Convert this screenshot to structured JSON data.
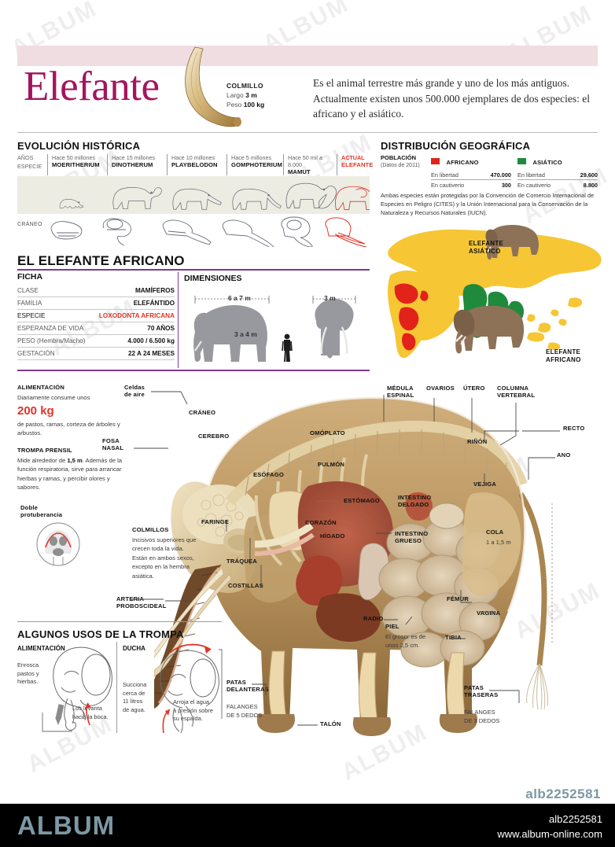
{
  "header": {
    "title": "Elefante",
    "tusk": {
      "name": "COLMILLO",
      "rows": [
        {
          "k": "Largo",
          "v": "3 m"
        },
        {
          "k": "Peso",
          "v": "100 kg"
        }
      ]
    },
    "intro": "Es el animal terrestre más grande y uno de los más antiguos. Actualmente existen unos 500.000 ejemplares de dos especies: el africano y el asiático."
  },
  "evolution": {
    "heading": "EVOLUCIÓN HISTÓRICA",
    "row_labels": {
      "years": "AÑOS",
      "species": "ESPECIE",
      "skull": "CRÁNEO"
    },
    "columns": [
      {
        "years": "Hace 50 millones",
        "species": "MOERITHERIUM",
        "current": false
      },
      {
        "years": "Hace 15 millones",
        "species": "DINOTHERUM",
        "current": false
      },
      {
        "years": "Hace 10 millones",
        "species": "PLAYBELODON",
        "current": false
      },
      {
        "years": "Hace 5 millones",
        "species": "GOMPHOTERIUM",
        "current": false
      },
      {
        "years": "Hace 50 mil a 8.000",
        "species": "MAMUT",
        "current": false
      },
      {
        "years": "ACTUAL",
        "species": "ELEFANTE",
        "current": true
      }
    ]
  },
  "distribution": {
    "heading": "DISTRIBUCIÓN GEOGRÁFICA",
    "population_label": "POBLACIÓN",
    "population_sub": "(Datos de 2011)",
    "groups": [
      {
        "name": "AFRICANO",
        "color": "#e2231a",
        "rows": [
          {
            "k": "En libertad",
            "v": "470.000"
          },
          {
            "k": "En cautiverio",
            "v": "300"
          }
        ]
      },
      {
        "name": "ASIÁTICO",
        "color": "#1f8a3c",
        "rows": [
          {
            "k": "En libertad",
            "v": "29.600"
          },
          {
            "k": "En cautiverio",
            "v": "8.800"
          }
        ]
      }
    ],
    "note": "Ambas especies están protegidas por la Convención de Comercio Internacional de Especies en Peligro (CITES) y la Unión Internacional para la Conservación de la Naturaleza y Recursos Naturales (IUCN).",
    "map_labels": {
      "asian": "ELEFANTE\nASIÁTICO",
      "african": "ELEFANTE\nAFRICANO"
    }
  },
  "african_elephant": {
    "heading": "EL ELEFANTE AFRICANO",
    "ficha": {
      "title": "FICHA",
      "rows": [
        {
          "k": "CLASE",
          "v": "MAMÍFEROS",
          "accent": false
        },
        {
          "k": "FAMILIA",
          "v": "ELEFÁNTIDO",
          "accent": false
        },
        {
          "k": "ESPECIE",
          "v": "LOXODONTA AFRICANA",
          "accent": true
        },
        {
          "k": "ESPERANZA DE VIDA",
          "v": "70 AÑOS",
          "accent": false
        },
        {
          "k": "PESO (Hembra/Macho)",
          "v": "4.000 / 6.500 kg",
          "accent": false
        },
        {
          "k": "GESTACIÓN",
          "v": "22 A 24 MESES",
          "accent": false
        }
      ]
    },
    "dimensions": {
      "title": "DIMENSIONES",
      "length": "6 a 7 m",
      "height": "3 a 4 m",
      "width_front": "3 m"
    }
  },
  "anatomy": {
    "feeding": {
      "title": "ALIMENTACIÓN",
      "line1": "Diariamente consume unos",
      "amount": "200 kg",
      "line2": "de pastos, ramas, corteza de árboles y arbustos."
    },
    "trunk": {
      "title": "TROMPA PRENSIL",
      "text_pre": "Mide alrededor de ",
      "bold": "1,5 m",
      "text_post": ". Además de la función respiratoria, sirve para arrancar hierbas y ramas, y percibir olores y sabores."
    },
    "double_bump": "Doble\nprotuberancia",
    "tusks": {
      "title": "COLMILLOS",
      "text": "Incisivos superiores que crecen toda la vida. Están en ambos sexos, excepto en la hembra asiática."
    },
    "skin": {
      "title": "PIEL",
      "text": "El grosor es de unos 2,5 cm."
    },
    "tail": {
      "title": "COLA",
      "value": "1 a 1,5 m"
    },
    "front_legs": {
      "title": "PATAS\nDELANTERAS",
      "text": "FALANGES\nDE 5 DEDOS"
    },
    "rear_legs": {
      "title": "PATAS\nTRASERAS",
      "text": "FALANGES\nDE 3 DEDOS"
    },
    "labels": [
      {
        "id": "celdas-de-aire",
        "text": "Celdas\nde aire"
      },
      {
        "id": "fosa-nasal",
        "text": "FOSA\nNASAL"
      },
      {
        "id": "craneo",
        "text": "CRÁNEO"
      },
      {
        "id": "cerebro",
        "text": "CEREBRO"
      },
      {
        "id": "faringe",
        "text": "FARINGE"
      },
      {
        "id": "traquea",
        "text": "TRÁQUEA"
      },
      {
        "id": "costillas",
        "text": "COSTILLAS"
      },
      {
        "id": "arteria-proboscideal",
        "text": "ARTERIA\nPROBOSCIDEAL"
      },
      {
        "id": "esofago",
        "text": "ESÓFAGO"
      },
      {
        "id": "omoplato",
        "text": "OMÓPLATO"
      },
      {
        "id": "pulmon",
        "text": "PULMÓN"
      },
      {
        "id": "corazon",
        "text": "CORAZÓN"
      },
      {
        "id": "estomago",
        "text": "ESTÓMAGO"
      },
      {
        "id": "higado",
        "text": "HÍGADO"
      },
      {
        "id": "intestino-delgado",
        "text": "INTESTINO\nDELGADO"
      },
      {
        "id": "intestino-grueso",
        "text": "INTESTINO\nGRUESO"
      },
      {
        "id": "medula-espinal",
        "text": "MÉDULA\nESPINAL"
      },
      {
        "id": "ovarios",
        "text": "OVARIOS"
      },
      {
        "id": "utero",
        "text": "ÚTERO"
      },
      {
        "id": "columna-vertebral",
        "text": "COLUMNA\nVERTEBRAL"
      },
      {
        "id": "rinon",
        "text": "RIÑÓN"
      },
      {
        "id": "recto",
        "text": "RECTO"
      },
      {
        "id": "ano",
        "text": "ANO"
      },
      {
        "id": "vejiga",
        "text": "VEJIGA"
      },
      {
        "id": "femur",
        "text": "FÉMUR"
      },
      {
        "id": "vagina",
        "text": "VAGINA"
      },
      {
        "id": "tibia",
        "text": "TIBIA"
      },
      {
        "id": "radio",
        "text": "RADIO"
      },
      {
        "id": "talon",
        "text": "TALÓN"
      }
    ]
  },
  "trunk_uses": {
    "heading": "ALGUNOS USOS DE LA TROMPA",
    "feeding": {
      "title": "ALIMENTACIÓN",
      "text1": "Enrosca\npastos y\nhierbas.",
      "text2": "Los levanta\nhacia la boca."
    },
    "shower": {
      "title": "DUCHA",
      "text1": "Succiona\ncerca de\n11 litros\nde agua.",
      "text2": "Arroja el agua\na presión sobre\nsu espalda."
    }
  },
  "footer": {
    "id_top": "alb2252581",
    "logo": "ALBUM",
    "id": "alb2252581",
    "url": "www.album-online.com"
  },
  "watermarks": [
    "ALBUM",
    "ALBUM",
    "ALBUM",
    "ALBUM",
    "ALBUM",
    "ALBUM",
    "ALBUM",
    "ALBUM",
    "ALBUM",
    "ALBUM",
    "ALBUM",
    "ALBUM"
  ],
  "colors": {
    "brand": "#a4155e",
    "accent_red": "#e23428",
    "purple_rule": "#7b3b8f",
    "pink_band": "#f0dde1",
    "footer_logo": "#7d98a3"
  }
}
